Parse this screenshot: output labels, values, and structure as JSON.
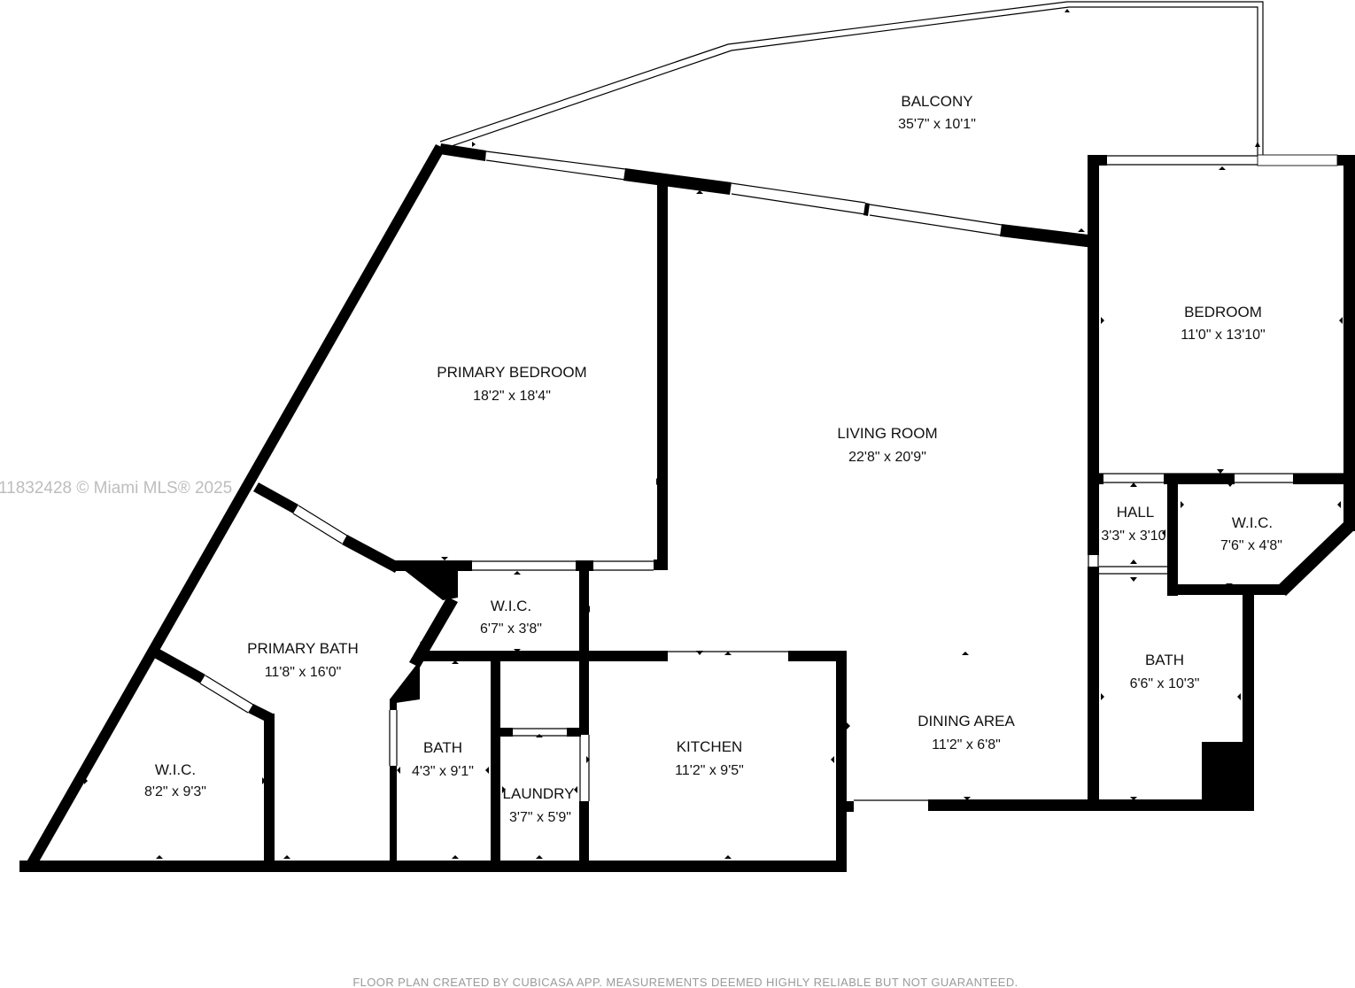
{
  "rooms": [
    {
      "id": "balcony",
      "name": "BALCONY",
      "dims": "35'7\" x 10'1\""
    },
    {
      "id": "primary-bedroom",
      "name": "PRIMARY BEDROOM",
      "dims": "18'2\" x 18'4\""
    },
    {
      "id": "living-room",
      "name": "LIVING ROOM",
      "dims": "22'8\" x 20'9\""
    },
    {
      "id": "bedroom",
      "name": "BEDROOM",
      "dims": "11'0\" x 13'10\""
    },
    {
      "id": "hall",
      "name": "HALL",
      "dims": "3'3\" x 3'10"
    },
    {
      "id": "wic-bedroom",
      "name": "W.I.C.",
      "dims": "7'6\" x 4'8\""
    },
    {
      "id": "wic-primary",
      "name": "W.I.C.",
      "dims": "6'7\" x 3'8\""
    },
    {
      "id": "primary-bath",
      "name": "PRIMARY BATH",
      "dims": "11'8\" x 16'0\""
    },
    {
      "id": "wic-primary-bath",
      "name": "W.I.C.",
      "dims": "8'2\" x 9'3\""
    },
    {
      "id": "bath-small",
      "name": "BATH",
      "dims": "4'3\" x 9'1\""
    },
    {
      "id": "laundry",
      "name": "LAUNDRY",
      "dims": "3'7\" x 5'9\""
    },
    {
      "id": "kitchen",
      "name": "KITCHEN",
      "dims": "11'2\" x 9'5\""
    },
    {
      "id": "dining-area",
      "name": "DINING AREA",
      "dims": "11'2\" x 6'8\""
    },
    {
      "id": "bath-bedroom",
      "name": "BATH",
      "dims": "6'6\" x 10'3\""
    }
  ],
  "watermark": "11832428 © Miami MLS® 2025",
  "footer": "FLOOR PLAN CREATED BY CUBICASA APP. MEASUREMENTS DEEMED HIGHLY RELIABLE BUT NOT GUARANTEED."
}
